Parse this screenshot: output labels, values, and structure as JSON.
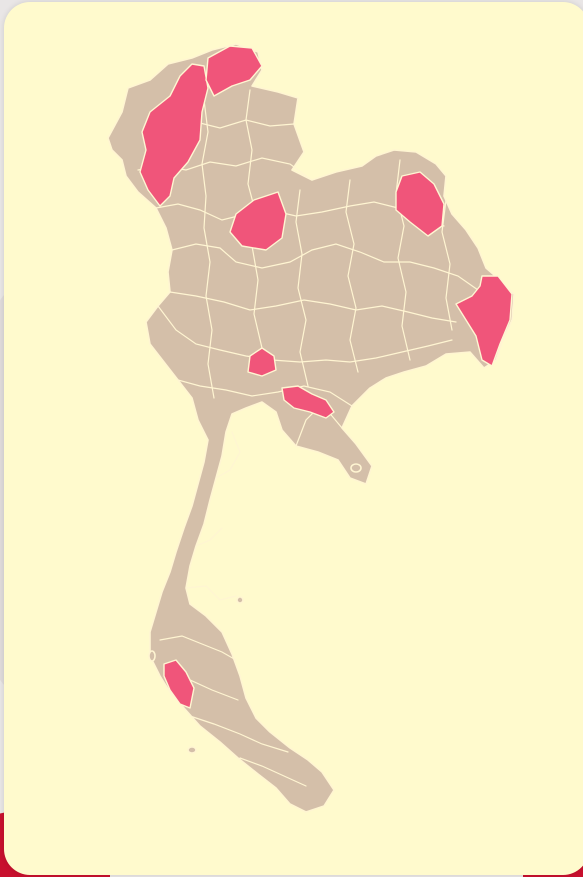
{
  "map": {
    "region": "Thailand",
    "colors": {
      "card_background": "#fffacd",
      "province_fill": "#d4bfa9",
      "province_border": "#fff5d2",
      "highlight_fill": "#f0557a",
      "accent_red": "#c8102e"
    },
    "highlighted_provinces": [
      {
        "id": "north-west",
        "highlighted": true
      },
      {
        "id": "north-tip",
        "highlighted": true
      },
      {
        "id": "north-central",
        "highlighted": true
      },
      {
        "id": "north-east",
        "highlighted": true
      },
      {
        "id": "east-border",
        "highlighted": true
      },
      {
        "id": "central",
        "highlighted": true
      },
      {
        "id": "east-coast",
        "highlighted": true
      },
      {
        "id": "south-west",
        "highlighted": true
      }
    ]
  }
}
